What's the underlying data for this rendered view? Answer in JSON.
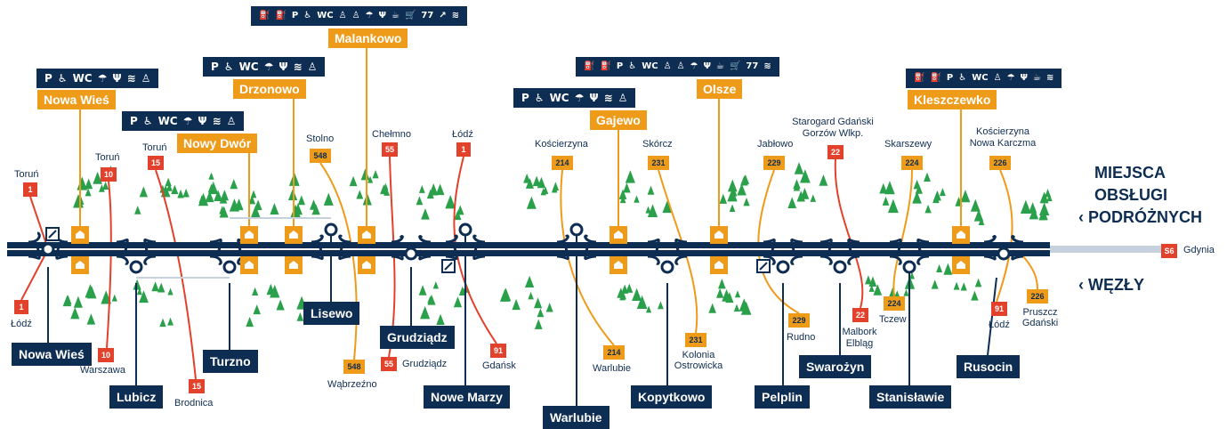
{
  "legend": {
    "mop_title_line1": "MIEJSCA",
    "mop_title_line2": "OBSŁUGI",
    "mop_title_line3": "‹ PODRÓŻNYCH",
    "junctions_title": "‹ WĘZŁY"
  },
  "motorway": {
    "number": "S6",
    "destination": "Gdynia"
  },
  "colors": {
    "navy": "#0e2d52",
    "orange": "#ef9b1a",
    "red": "#e2412b",
    "tree": "#2aa04a"
  },
  "junctions": [
    {
      "name": "Nowa Wieś"
    },
    {
      "name": "Lubicz"
    },
    {
      "name": "Turzno"
    },
    {
      "name": "Lisewo"
    },
    {
      "name": "Grudziądz"
    },
    {
      "name": "Nowe Marzy"
    },
    {
      "name": "Warlubie"
    },
    {
      "name": "Kopytkowo"
    },
    {
      "name": "Pelplin"
    },
    {
      "name": "Swarożyn"
    },
    {
      "name": "Stanisławie"
    },
    {
      "name": "Rusocin"
    }
  ],
  "rest_areas": [
    {
      "name": "Nowa Wieś",
      "services": [
        "P",
        "♿",
        "WC",
        "☂",
        "Ψ",
        "≋",
        "♙"
      ]
    },
    {
      "name": "Nowy Dwór",
      "services": [
        "P",
        "♿",
        "WC",
        "☂",
        "Ψ",
        "≋",
        "♙"
      ]
    },
    {
      "name": "Drzonowo",
      "services": [
        "P",
        "♿",
        "WC",
        "☂",
        "Ψ",
        "≋",
        "♙"
      ]
    },
    {
      "name": "Malankowo",
      "services": [
        "⛽",
        "⛽",
        "P",
        "♿",
        "WC",
        "♙",
        "♙",
        "☂",
        "Ψ",
        "☕",
        "🛒",
        "77",
        "↗",
        "≋"
      ]
    },
    {
      "name": "Gajewo",
      "services": [
        "P",
        "♿",
        "WC",
        "☂",
        "Ψ",
        "≋",
        "♙"
      ]
    },
    {
      "name": "Olsze",
      "services": [
        "⛽",
        "⛽",
        "P",
        "♿",
        "WC",
        "♙",
        "♙",
        "☂",
        "Ψ",
        "☕",
        "🛒",
        "77",
        "≋"
      ]
    },
    {
      "name": "Kleszczewko",
      "services": [
        "⛽",
        "⛽",
        "P",
        "♿",
        "WC",
        "♙",
        "☂",
        "Ψ",
        "☕",
        "≋"
      ]
    }
  ],
  "roads": [
    {
      "number": "1",
      "label": "Toruń"
    },
    {
      "number": "1",
      "label": "Łódź"
    },
    {
      "number": "10",
      "label": "Toruń"
    },
    {
      "number": "10",
      "label": "Warszawa"
    },
    {
      "number": "15",
      "label": "Toruń"
    },
    {
      "number": "15",
      "label": "Brodnica"
    },
    {
      "number": "548",
      "label": "Stolno"
    },
    {
      "number": "548",
      "label": "Wąbrzeźno"
    },
    {
      "number": "55",
      "label": "Chełmno"
    },
    {
      "number": "55",
      "label": "Grudziądz"
    },
    {
      "number": "1",
      "label": "Łódź"
    },
    {
      "number": "91",
      "label": "Gdańsk"
    },
    {
      "number": "214",
      "label": "Kościerzyna"
    },
    {
      "number": "214",
      "label": "Warlubie"
    },
    {
      "number": "231",
      "label": "Skórcz"
    },
    {
      "number": "231",
      "label": "Kolonia Ostrowicka"
    },
    {
      "number": "229",
      "label": "Jabłowo"
    },
    {
      "number": "229",
      "label": "Rudno"
    },
    {
      "number": "22",
      "label": "Starogard Gdański Gorzów Wlkp."
    },
    {
      "number": "22",
      "label": "Malbork Elbląg"
    },
    {
      "number": "224",
      "label": "Skarszewy"
    },
    {
      "number": "224",
      "label": "Tczew"
    },
    {
      "number": "226",
      "label": "Kościerzyna Nowa Karczma"
    },
    {
      "number": "91",
      "label": "Łódź"
    },
    {
      "number": "226",
      "label": "Pruszcz Gdański"
    }
  ]
}
